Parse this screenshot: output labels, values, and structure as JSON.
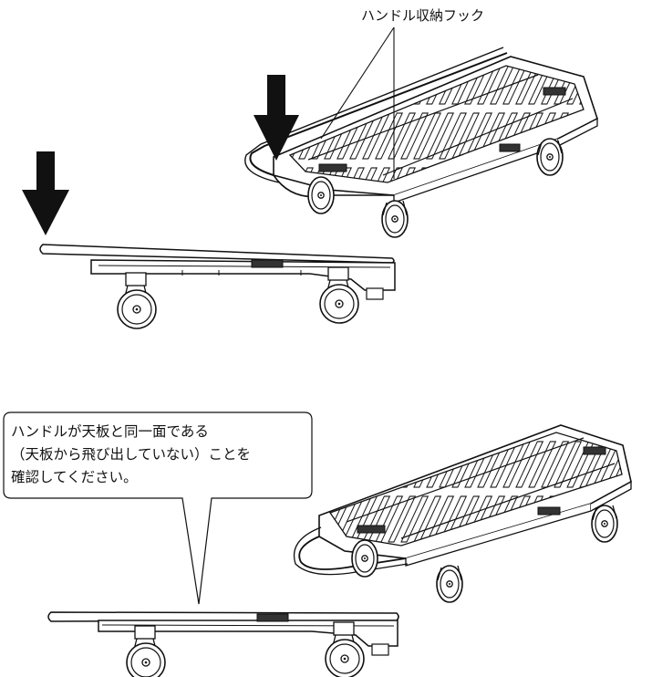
{
  "top_diagram": {
    "callout_label": "ハンドル収納フック"
  },
  "bottom_diagram": {
    "note_lines": [
      "ハンドルが天板と同一面である",
      "（天板から飛び出していない）ことを",
      "確認してください。"
    ]
  }
}
